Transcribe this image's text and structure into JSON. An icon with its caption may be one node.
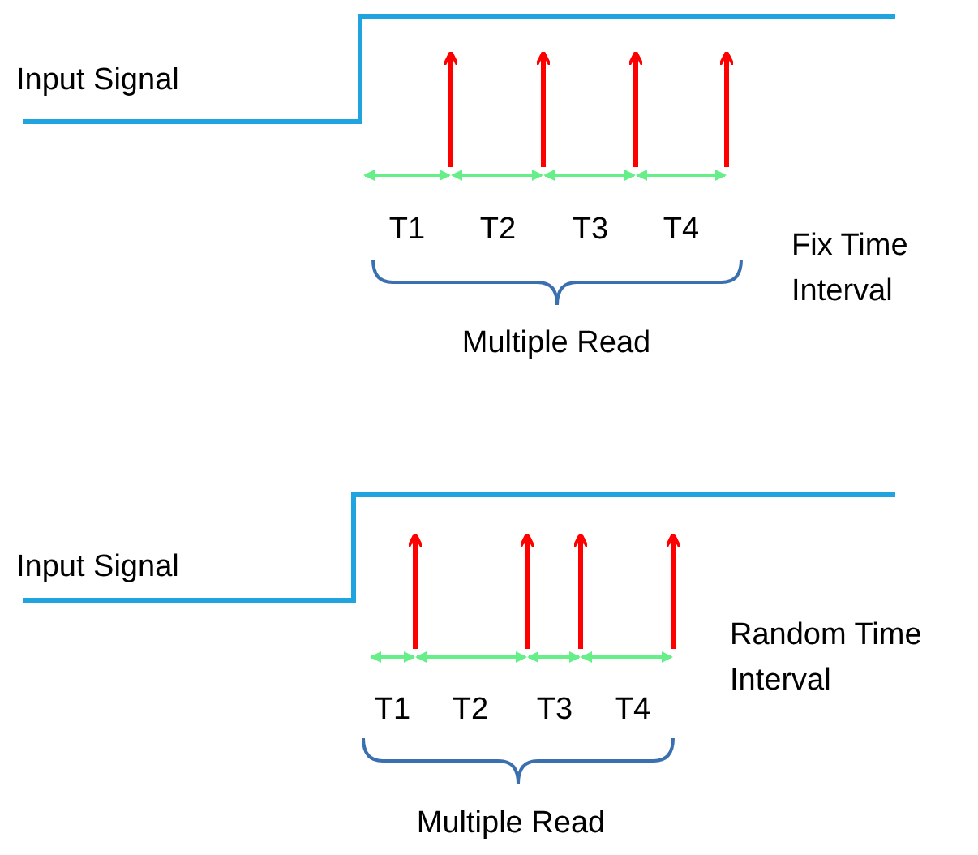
{
  "diagram": {
    "labels": [
      "Input Signal",
      "T1",
      "T2",
      "T3",
      "T4",
      "Fix Time Interval",
      "Multiple Read",
      "Input Signal",
      "T1",
      "T2",
      "T3",
      "T4",
      "Random Time Interval",
      "Multiple Read"
    ]
  }
}
